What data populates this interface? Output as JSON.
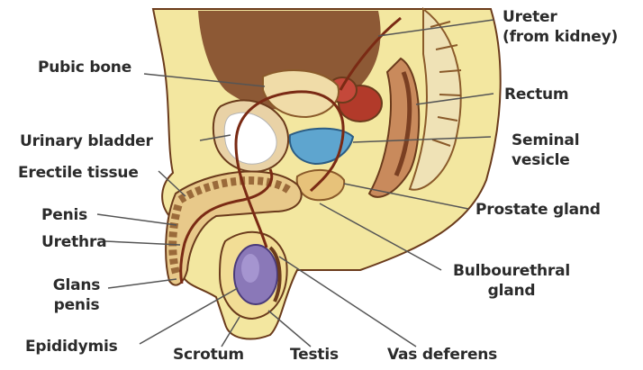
{
  "labels": {
    "ureter": [
      "Ureter",
      "(from kidney)"
    ],
    "pubic_bone": "Pubic bone",
    "rectum": "Rectum",
    "urinary_bladder": "Urinary bladder",
    "seminal_vesicle": [
      "Seminal",
      "vesicle"
    ],
    "erectile_tissue": "Erectile tissue",
    "prostate_gland": "Prostate gland",
    "penis": "Penis",
    "urethra": "Urethra",
    "bulbourethral_gland": [
      "Bulbourethral",
      "gland"
    ],
    "glans_penis": [
      "Glans",
      "penis"
    ],
    "epididymis": "Epididymis",
    "scrotum": "Scrotum",
    "testis": "Testis",
    "vas_deferens": "Vas deferens"
  },
  "colors": {
    "skin": "#f3e7a0",
    "skin_shadow": "#e4c878",
    "outline": "#6b3b1c",
    "tissue": "#c98a5c",
    "rectum": "#b23a2a",
    "bladder": "#ffffff",
    "seminal_vesicle": "#5ea5cf",
    "testis": "#8a78b8",
    "duct": "#7a2a14",
    "leader": "#555555"
  }
}
